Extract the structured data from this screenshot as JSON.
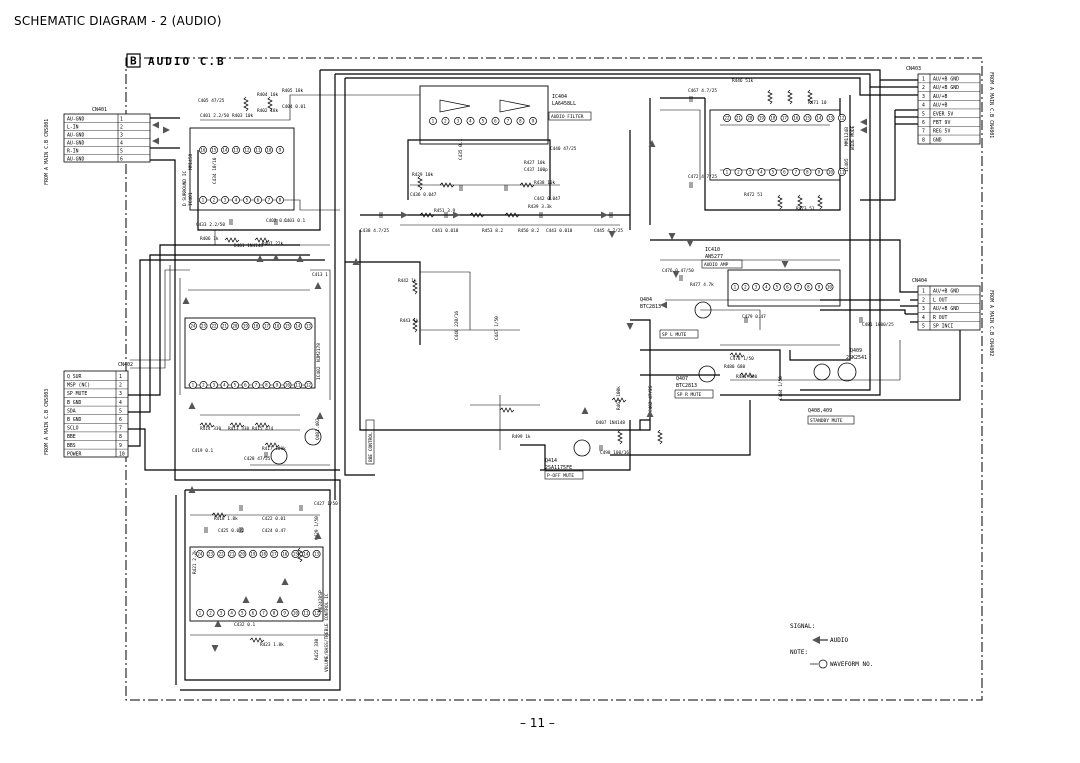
{
  "page": {
    "title": "SCHEMATIC DIAGRAM - 2 (AUDIO)",
    "page_number": "– 11 –"
  },
  "board": {
    "label": "B",
    "name": "AUDIO C.B"
  },
  "connectors": {
    "cn401": {
      "name": "CN401",
      "from": "FROM A MAIN C.B CN5801",
      "pins": [
        {
          "n": "1",
          "label": "AU-GND"
        },
        {
          "n": "2",
          "label": "L-IN"
        },
        {
          "n": "3",
          "label": "AU-GND"
        },
        {
          "n": "4",
          "label": "AU-GND"
        },
        {
          "n": "5",
          "label": "R-IN"
        },
        {
          "n": "6",
          "label": "AU-GND"
        }
      ]
    },
    "cn402": {
      "name": "CN402",
      "from": "FROM A MAIN C.B CN5803",
      "pins": [
        {
          "n": "1",
          "label": "Q SUR"
        },
        {
          "n": "2",
          "label": "MSP (NC)"
        },
        {
          "n": "3",
          "label": "SP MUTE"
        },
        {
          "n": "4",
          "label": "B GND"
        },
        {
          "n": "5",
          "label": "SDA"
        },
        {
          "n": "6",
          "label": "B GND"
        },
        {
          "n": "7",
          "label": "SCLO"
        },
        {
          "n": "8",
          "label": "BBE"
        },
        {
          "n": "9",
          "label": "BBS"
        },
        {
          "n": "10",
          "label": "POWER"
        }
      ]
    },
    "cn403": {
      "name": "CN403",
      "from": "FROM A MAIN C.B CN4801",
      "pins": [
        {
          "n": "1",
          "label": "AU/+B GND"
        },
        {
          "n": "2",
          "label": "AU/+B GND"
        },
        {
          "n": "3",
          "label": "AU/+B"
        },
        {
          "n": "4",
          "label": "AU/+B"
        },
        {
          "n": "5",
          "label": "EVER 5V"
        },
        {
          "n": "6",
          "label": "FBT 9V"
        },
        {
          "n": "7",
          "label": "REG 5V"
        },
        {
          "n": "8",
          "label": "GND"
        }
      ]
    },
    "cn404": {
      "name": "CN404",
      "from": "FROM A MAIN C.B CN4802",
      "pins": [
        {
          "n": "1",
          "label": "AU/+B GND"
        },
        {
          "n": "2",
          "label": "L OUT"
        },
        {
          "n": "3",
          "label": "AU/+B GND"
        },
        {
          "n": "4",
          "label": "R OUT"
        },
        {
          "n": "5",
          "label": "SP INCI"
        }
      ]
    }
  },
  "ics": [
    {
      "ref": "IC401",
      "part": "MM1458",
      "function": "D SURROUND IC"
    },
    {
      "ref": "IC402",
      "part": "NJM2178",
      "function": "BBE PROCESSOR"
    },
    {
      "ref": "IC403",
      "part": "M62420SP",
      "function": "VOLUME/BASS/TREBLE CONTROL IC"
    },
    {
      "ref": "IC404",
      "part": "LA6458LL",
      "function": "AUDIO FILTER"
    },
    {
      "ref": "IC405",
      "part": "MM1124B",
      "function": "WIDE MODE"
    },
    {
      "ref": "IC410",
      "part": "AN5277",
      "function": "AUDIO AMP"
    }
  ],
  "transistors": [
    {
      "ref": "Q401.402",
      "label": "BBE CONTROL"
    },
    {
      "ref": "Q404",
      "part": "BTC2813",
      "label": "SP L MUTE"
    },
    {
      "ref": "Q407",
      "part": "BTC2813",
      "label": "SP R MUTE"
    },
    {
      "ref": "Q408,409",
      "label": "STANDBY MUTE"
    },
    {
      "ref": "Q409",
      "part": "2SK2541"
    },
    {
      "ref": "Q414",
      "part": "2SA1175FE",
      "label": "P-OFF MUTE"
    }
  ],
  "components": {
    "c405": "C405 47/25",
    "c401": "C401 2.2/50",
    "r404": "R404 10k",
    "r405": "R405 18k",
    "r403": "R403 10k",
    "r402": "R402 18k",
    "c404": "C404 0.01",
    "c403": "C403 0.1",
    "c434": "C434 10/16",
    "c402": "C402 0.1",
    "c433": "C433 2.2/50",
    "r406": "R406 1k",
    "d401": "D401 1N4148",
    "r407": "R407 22k",
    "c438": "C438 4.7/25",
    "c441": "C441 0.018",
    "r451": "R451 3.9",
    "r453": "R453 8.2",
    "r456": "R456 8.2",
    "c443": "C443 0.018",
    "c445": "C445 4.7/25",
    "r442": "R442 1k",
    "r443": "R443 1k",
    "c446": "C446 220/16",
    "c447": "C447 1/50",
    "c413": "C413 1",
    "r429": "R429 10k",
    "c436": "C436 0.047",
    "r427": "R427 10k",
    "c437": "C437 100p",
    "c435": "C435 0.1",
    "r438": "R438 10k",
    "c442": "C442 0.047",
    "c440": "C440 47/25",
    "r439": "R439 3.3k",
    "r440": "R440 3.3k",
    "c467": "C467 4.7/25",
    "c472": "C472 4.7/25",
    "r471": "R471 10",
    "r472": "R472 51",
    "r473": "R473 51",
    "r446": "R446 51k",
    "c476": "C476 0.47/50",
    "r477": "R477 4.7k",
    "c479": "C479 0.47",
    "c478": "C478 1/50",
    "c484": "C484 1/50",
    "r480": "R480 680",
    "r481": "R481 680",
    "c481": "C481 1000/25",
    "r414": "R414 330",
    "r413": "R413 330",
    "r415": "R415 474",
    "r417": "R417 100k",
    "c419": "C419 0.1",
    "c428": "C428 47/25",
    "c427": "C427 1/50",
    "c422": "C422 0.01",
    "c425": "C425 0.022",
    "c424": "C424 0.47",
    "r418": "R418 1.8k",
    "c429": "C429 1/50",
    "r423": "R423 1.8k",
    "r425": "R425 330",
    "c432": "C432 0.1",
    "d407": "D407 1N4148",
    "r499": "R499 1k",
    "c498": "C498 100/16",
    "r461": "R461 100k",
    "c462": "C462 47/25",
    "r421": "R421 2.2k"
  },
  "legend": {
    "signal_label": "SIGNAL:",
    "audio": "AUDIO",
    "note_label": "NOTE:",
    "waveform": "WAVEFORM NO."
  }
}
